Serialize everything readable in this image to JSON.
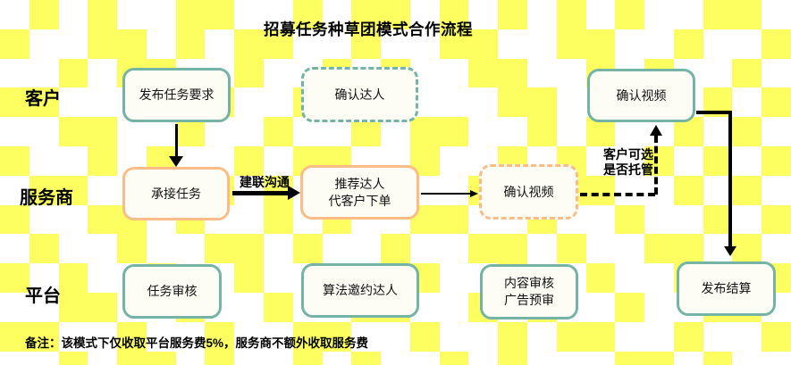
{
  "title": "招募任务种草团模式合作流程",
  "colors": {
    "yellow": "#FCFF5F",
    "teal": "#75B3A6",
    "orange": "#FABD87",
    "line": "#000000",
    "box_fill": "#FDFDF6"
  },
  "background": {
    "cols": 27,
    "rows": 13,
    "pattern": [
      "010100110010110101010100110",
      "100110101100100110011001001",
      "001011001001010011001010010",
      "110001010010010001100100101",
      "001100100100101100101001010",
      "100101001011001001010010101",
      "011001010100110010011001010",
      "100110100101001100100100101",
      "010010011010010011010011010",
      "101001001001001001001001001",
      "001100100100110010100100110",
      "110010010011001001011001001",
      "001011010010100101000110100"
    ]
  },
  "lanes": [
    {
      "label": "客户"
    },
    {
      "label": "服务商"
    },
    {
      "label": "平台"
    }
  ],
  "nodes": [
    {
      "label": "发布任务要求",
      "style": "teal-solid"
    },
    {
      "label": "确认达人",
      "style": "teal-dashed"
    },
    {
      "label": "确认视频",
      "style": "teal-solid"
    },
    {
      "label": "承接任务",
      "style": "orange-solid"
    },
    {
      "label": "推荐达人\n代客户下单",
      "style": "orange-solid"
    },
    {
      "label": "确认视频",
      "style": "orange-dashed"
    },
    {
      "label": "任务审核",
      "style": "teal-solid"
    },
    {
      "label": "算法邀约达人",
      "style": "teal-solid"
    },
    {
      "label": "内容审核\n广告预审",
      "style": "teal-solid"
    },
    {
      "label": "发布结算",
      "style": "teal-solid"
    }
  ],
  "edge_labels": {
    "communicate": "建联沟通",
    "optional_custody": "客户可选\n是否托管"
  },
  "note": "备注：该模式下仅收取平台服务费5%，服务商不额外收取服务费"
}
